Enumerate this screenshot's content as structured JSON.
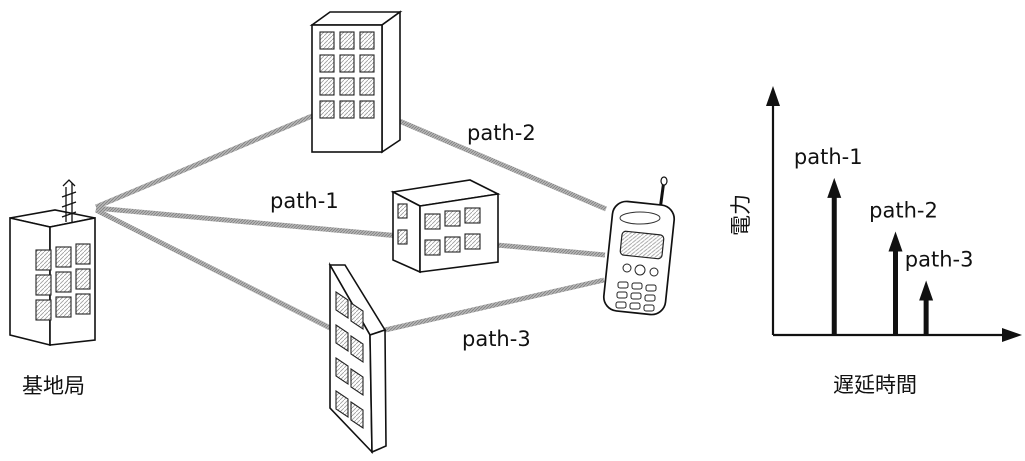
{
  "scene": {
    "base_station_label": "基地局",
    "paths": [
      {
        "id": "path-1",
        "label": "path-1"
      },
      {
        "id": "path-2",
        "label": "path-2"
      },
      {
        "id": "path-3",
        "label": "path-3"
      }
    ]
  },
  "chart_data": {
    "type": "bar",
    "title": "",
    "xlabel": "遅延時間",
    "ylabel": "電力",
    "categories": [
      "path-1",
      "path-2",
      "path-3"
    ],
    "delay": [
      1,
      2,
      2.5
    ],
    "values": [
      1.0,
      0.65,
      0.33
    ],
    "xlim": [
      0,
      4
    ],
    "ylim": [
      0,
      1.6
    ],
    "grid": false,
    "legend": "none",
    "axis_ticks": false,
    "marks": "arrows"
  },
  "colors": {
    "ray": "#9a9a9a",
    "line": "#111111",
    "building_fill": "#ffffff",
    "window_fill": "#f4f4f4"
  }
}
